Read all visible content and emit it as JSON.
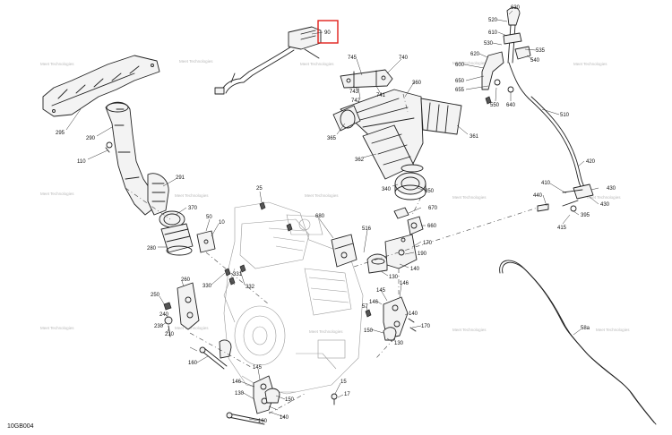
{
  "diagram": {
    "code": "10GB004",
    "watermark_text": "Meet Technologies",
    "highlight_color": "#e0201b",
    "highlight_label": "90",
    "callouts": [
      {
        "id": "c90",
        "label": "90"
      },
      {
        "id": "c745",
        "label": "745"
      },
      {
        "id": "c740",
        "label": "740"
      },
      {
        "id": "c743",
        "label": "743"
      },
      {
        "id": "c742",
        "label": "742"
      },
      {
        "id": "c741",
        "label": "741"
      },
      {
        "id": "c360",
        "label": "360"
      },
      {
        "id": "c365",
        "label": "365"
      },
      {
        "id": "c361",
        "label": "361"
      },
      {
        "id": "c362",
        "label": "362"
      },
      {
        "id": "c630",
        "label": "630"
      },
      {
        "id": "c520",
        "label": "520"
      },
      {
        "id": "c610",
        "label": "610"
      },
      {
        "id": "c530",
        "label": "530"
      },
      {
        "id": "c535",
        "label": "535"
      },
      {
        "id": "c540",
        "label": "540"
      },
      {
        "id": "c620",
        "label": "620"
      },
      {
        "id": "c600",
        "label": "600"
      },
      {
        "id": "c650",
        "label": "650"
      },
      {
        "id": "c655",
        "label": "655"
      },
      {
        "id": "c550",
        "label": "550"
      },
      {
        "id": "c640",
        "label": "640"
      },
      {
        "id": "c510",
        "label": "510"
      },
      {
        "id": "c295",
        "label": "295"
      },
      {
        "id": "c290",
        "label": "290"
      },
      {
        "id": "c110",
        "label": "110"
      },
      {
        "id": "c291",
        "label": "291"
      },
      {
        "id": "c340",
        "label": "340"
      },
      {
        "id": "c350",
        "label": "350"
      },
      {
        "id": "c420",
        "label": "420"
      },
      {
        "id": "c410",
        "label": "410"
      },
      {
        "id": "c440",
        "label": "440"
      },
      {
        "id": "c430",
        "label": "430"
      },
      {
        "id": "c4301",
        "label": "430"
      },
      {
        "id": "c395",
        "label": "395"
      },
      {
        "id": "c415",
        "label": "415"
      },
      {
        "id": "c25",
        "label": "25"
      },
      {
        "id": "c370",
        "label": "370"
      },
      {
        "id": "c280",
        "label": "280"
      },
      {
        "id": "c50",
        "label": "50"
      },
      {
        "id": "c10",
        "label": "10"
      },
      {
        "id": "c680",
        "label": "680"
      },
      {
        "id": "c670",
        "label": "670"
      },
      {
        "id": "c660",
        "label": "660"
      },
      {
        "id": "c516",
        "label": "516"
      },
      {
        "id": "c170a",
        "label": "170"
      },
      {
        "id": "c190",
        "label": "190"
      },
      {
        "id": "c140a",
        "label": "140"
      },
      {
        "id": "c130a",
        "label": "130"
      },
      {
        "id": "c330",
        "label": "330"
      },
      {
        "id": "c331",
        "label": "331"
      },
      {
        "id": "c332",
        "label": "332"
      },
      {
        "id": "c260",
        "label": "260"
      },
      {
        "id": "c250",
        "label": "250"
      },
      {
        "id": "c240",
        "label": "240"
      },
      {
        "id": "c230",
        "label": "230"
      },
      {
        "id": "c210",
        "label": "210"
      },
      {
        "id": "c57",
        "label": "57"
      },
      {
        "id": "c145a",
        "label": "145"
      },
      {
        "id": "c146a",
        "label": "146"
      },
      {
        "id": "c146b",
        "label": "146"
      },
      {
        "id": "c140b",
        "label": "140"
      },
      {
        "id": "c170b",
        "label": "170"
      },
      {
        "id": "c130b",
        "label": "130"
      },
      {
        "id": "c150",
        "label": "150"
      },
      {
        "id": "c160a",
        "label": "160"
      },
      {
        "id": "c145b",
        "label": "145"
      },
      {
        "id": "c146c",
        "label": "146"
      },
      {
        "id": "c130c",
        "label": "130"
      },
      {
        "id": "c150b",
        "label": "150"
      },
      {
        "id": "c140c",
        "label": "140"
      },
      {
        "id": "c160b",
        "label": "160"
      },
      {
        "id": "c15",
        "label": "15"
      },
      {
        "id": "c17",
        "label": "17"
      },
      {
        "id": "c58a",
        "label": "58a"
      }
    ]
  }
}
